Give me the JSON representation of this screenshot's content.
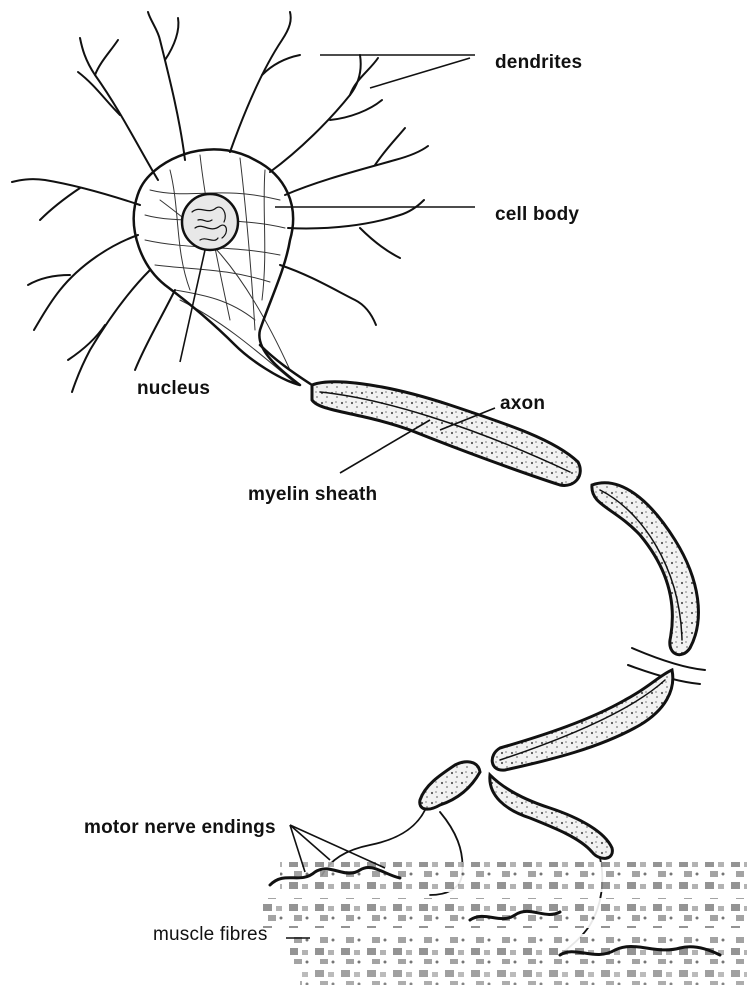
{
  "labels": {
    "dendrites": "dendrites",
    "cell_body": "cell body",
    "nucleus": "nucleus",
    "axon": "axon",
    "myelin_sheath": "myelin sheath",
    "motor_nerve_endings": "motor nerve endings",
    "muscle_fibres": "muscle fibres"
  }
}
